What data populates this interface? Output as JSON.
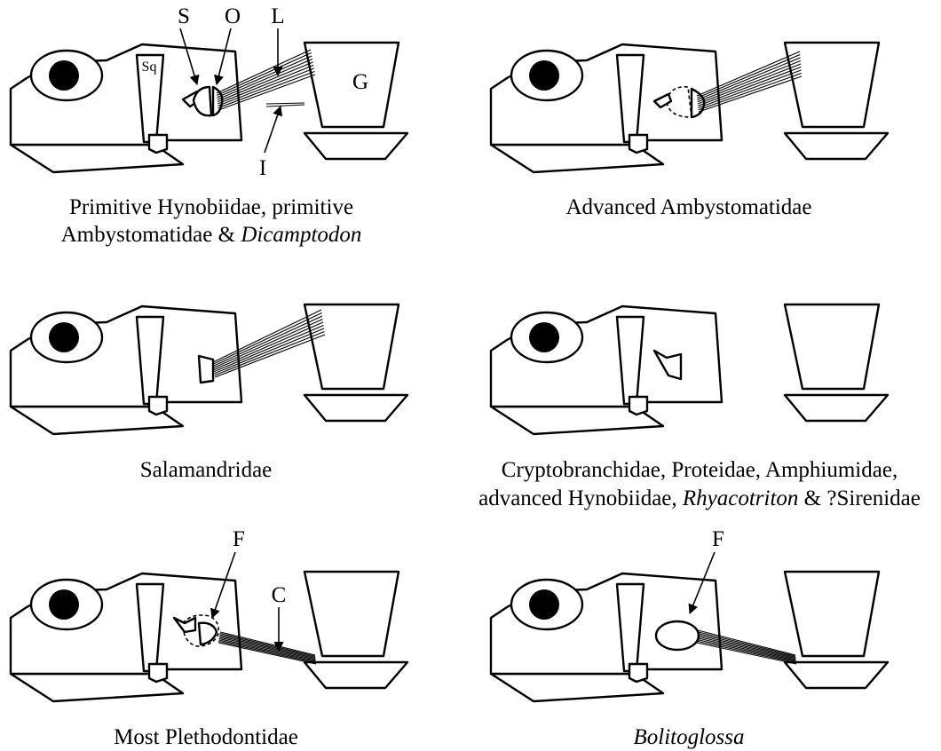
{
  "panels": [
    {
      "id": "p1",
      "caption_lines": [
        [
          {
            "text": "Primitive Hynobiidae, primitive",
            "italic": false
          }
        ],
        [
          {
            "text": "Ambystomatidae & ",
            "italic": false
          },
          {
            "text": "Dicamptodon",
            "italic": true
          }
        ]
      ]
    },
    {
      "id": "p2",
      "caption_lines": [
        [
          {
            "text": "Advanced Ambystomatidae",
            "italic": false
          }
        ]
      ]
    },
    {
      "id": "p3",
      "caption_lines": [
        [
          {
            "text": "Salamandridae",
            "italic": false
          }
        ]
      ]
    },
    {
      "id": "p4",
      "caption_lines": [
        [
          {
            "text": "Cryptobranchidae, Proteidae, Amphiumidae,",
            "italic": false
          }
        ],
        [
          {
            "text": "advanced Hynobiidae, ",
            "italic": false
          },
          {
            "text": "Rhyacotriton",
            "italic": true
          },
          {
            "text": " & ?Sirenidae",
            "italic": false
          }
        ]
      ]
    },
    {
      "id": "p5",
      "caption_lines": [
        [
          {
            "text": "Most Plethodontidae",
            "italic": false
          }
        ]
      ]
    },
    {
      "id": "p6",
      "caption_lines": [
        [
          {
            "text": "Bolitoglossa",
            "italic": true
          }
        ]
      ]
    }
  ],
  "labels": {
    "S": "S",
    "O": "O",
    "L": "L",
    "I": "I",
    "G": "G",
    "Sq": "Sq",
    "F1": "F",
    "C": "C",
    "F2": "F"
  }
}
